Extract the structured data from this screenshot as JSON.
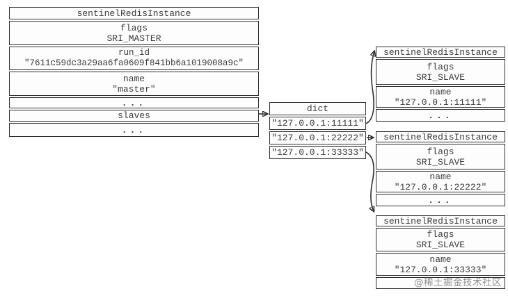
{
  "colors": {
    "border": "#2e2e2e",
    "text": "#3a3a3a",
    "background": "#ffffff",
    "watermark_text": "#8f8f8f"
  },
  "master": {
    "title": "sentinelRedisInstance",
    "flags_label": "flags",
    "flags_value": "SRI_MASTER",
    "run_id_label": "run_id",
    "run_id_value": "\"7611c59dc3a29aa6fa0609f841bb6a1019008a9c\"",
    "name_label": "name",
    "name_value": "\"master\"",
    "ellipsis1": "...",
    "slaves_label": "slaves",
    "ellipsis2": "..."
  },
  "dict": {
    "title": "dict",
    "entries": [
      "\"127.0.0.1:11111\"",
      "\"127.0.0.1:22222\"",
      "\"127.0.0.1:33333\""
    ]
  },
  "slaves": [
    {
      "title": "sentinelRedisInstance",
      "flags_label": "flags",
      "flags_value": "SRI_SLAVE",
      "name_label": "name",
      "name_value": "\"127.0.0.1:11111\"",
      "footer": "..."
    },
    {
      "title": "sentinelRedisInstance",
      "flags_label": "flags",
      "flags_value": "SRI_SLAVE",
      "name_label": "name",
      "name_value": "\"127.0.0.1:22222\"",
      "footer": "..."
    },
    {
      "title": "sentinelRedisInstance",
      "flags_label": "flags",
      "flags_value": "SRI_SLAVE",
      "name_label": "name",
      "name_value": "\"127.0.0.1:33333\"",
      "footer": "@稀土掘金技术社区"
    }
  ]
}
